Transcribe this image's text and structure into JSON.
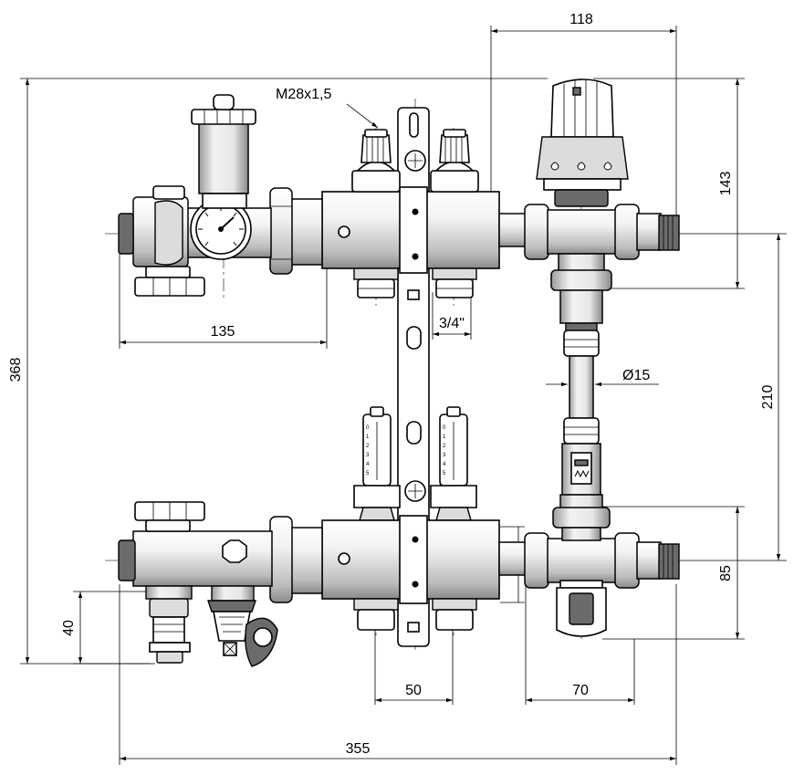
{
  "drawing": {
    "dimensions": {
      "overall_width": "355",
      "overall_height": "368",
      "top_right_width": "118",
      "top_right_height": "143",
      "pipe_spacing": "210",
      "lower_right_height": "85",
      "top_left_width": "135",
      "thread_size": "3/4\"",
      "outlet_spacing": "50",
      "lower_right_width": "70",
      "drain_height": "40",
      "tube_diameter": "Ø15",
      "thread_callout": "M28x1,5"
    }
  }
}
